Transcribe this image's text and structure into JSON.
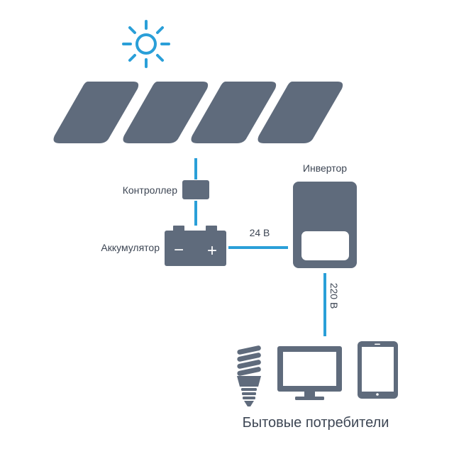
{
  "labels": {
    "controller": "Контроллер",
    "inverter": "Инвертор",
    "battery": "Аккумулятор",
    "voltage_dc": "24 В",
    "voltage_ac": "220 В",
    "consumers": "Бытовые потребители",
    "battery_minus": "−",
    "battery_plus": "+"
  },
  "colors": {
    "device": "#5f6b7c",
    "wire": "#2a9fd8",
    "sun": "#2a9fd8",
    "text": "#3d4654"
  },
  "icons": [
    "sun-icon",
    "solar-panel-icon",
    "controller-icon",
    "battery-icon",
    "inverter-icon",
    "lightbulb-icon",
    "monitor-icon",
    "tablet-icon"
  ]
}
